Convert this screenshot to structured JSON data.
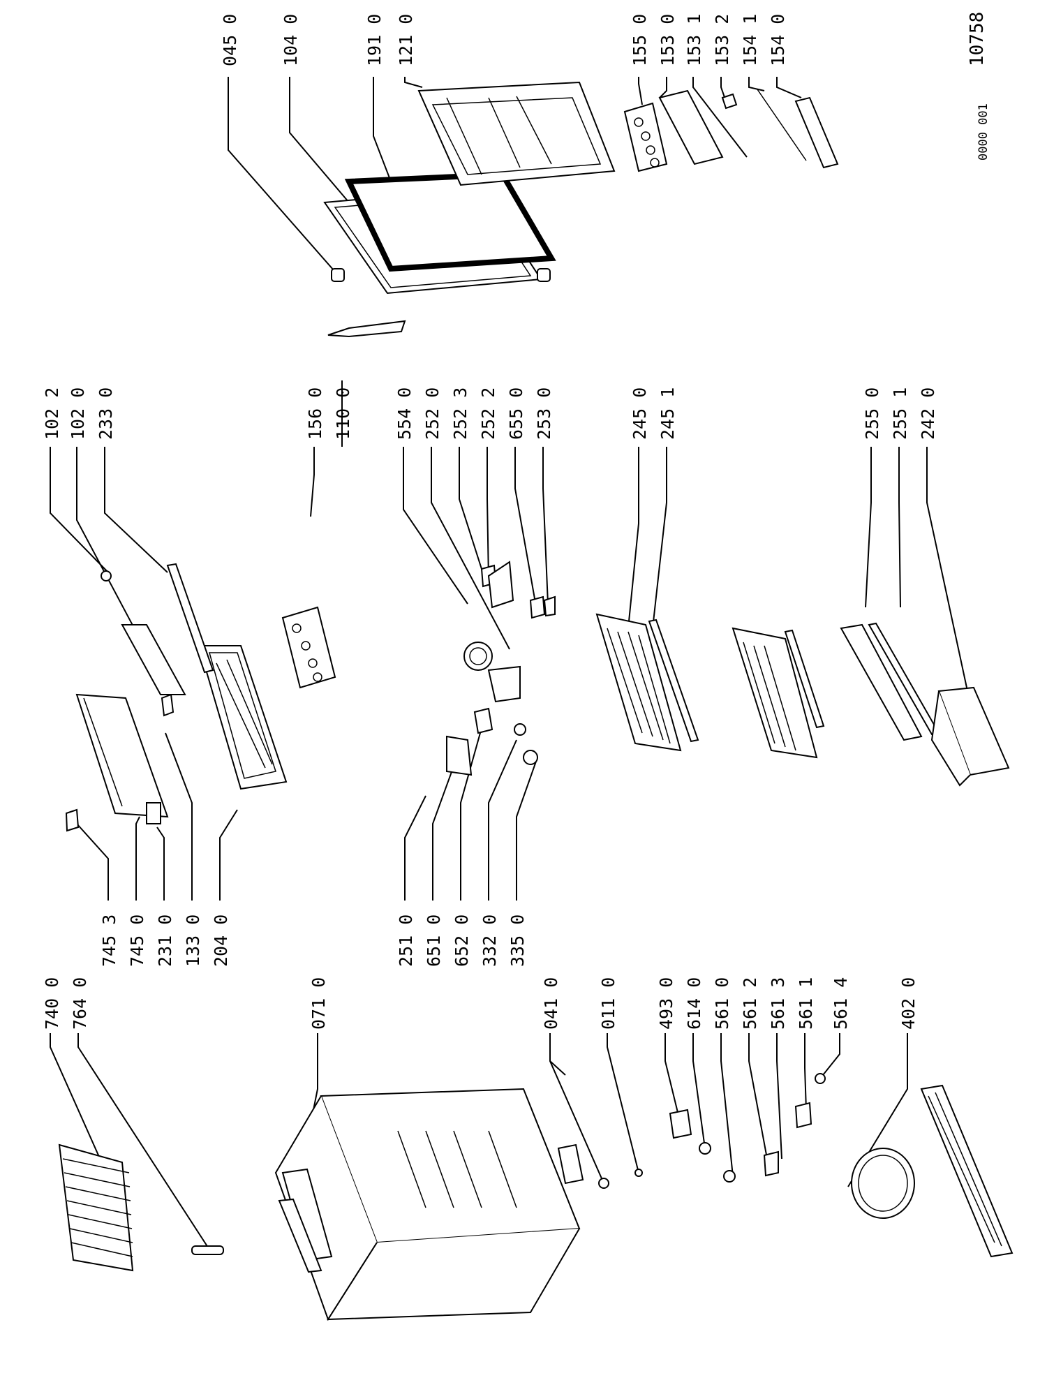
{
  "drawing_id": "10758",
  "doc_code": "0000 001",
  "labels": {
    "l0450": "045 0",
    "l1040": "104 0",
    "l1910": "191 0",
    "l1210": "121 0",
    "l1550": "155 0",
    "l1530": "153 0",
    "l1531": "153 1",
    "l1532": "153 2",
    "l1541": "154 1",
    "l1540": "154 0",
    "l1022": "102 2",
    "l1020": "102 0",
    "l2330": "233 0",
    "l1560": "156 0",
    "l1100": "110 0",
    "l5540": "554 0",
    "l2520": "252 0",
    "l2523": "252 3",
    "l2522": "252 2",
    "l6550": "655 0",
    "l2530": "253 0",
    "l2450": "245 0",
    "l2451": "245 1",
    "l2550": "255 0",
    "l2551": "255 1",
    "l2420": "242 0",
    "l7400": "740 0",
    "l7640": "764 0",
    "l7453": "745 3",
    "l7450": "745 0",
    "l2310": "231 0",
    "l1330": "133 0",
    "l2040": "204 0",
    "l0710": "071 0",
    "l2510": "251 0",
    "l6510": "651 0",
    "l6520": "652 0",
    "l3320": "332 0",
    "l3350": "335 0",
    "l0410": "041 0",
    "l0110": "011 0",
    "l4930": "493 0",
    "l6140": "614 0",
    "l5610": "561 0",
    "l5612": "561 2",
    "l5613": "561 3",
    "l5611": "561 1",
    "l5614": "561 4",
    "l4020": "402 0"
  }
}
